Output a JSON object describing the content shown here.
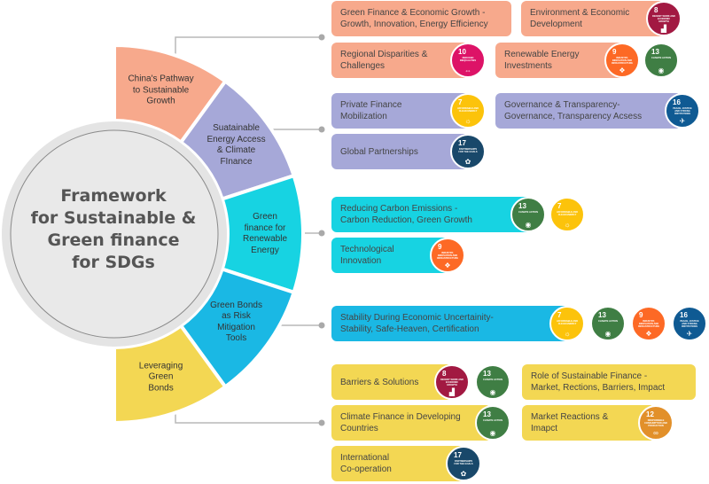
{
  "center": {
    "lines": [
      "Framework",
      "for Sustainable &",
      "Green finance",
      "for SDGs"
    ]
  },
  "colors": {
    "peach": "#f7a98c",
    "lavender": "#a6a8d8",
    "cyan": "#17d3e2",
    "blue": "#1ab8e4",
    "yellow": "#f3d753",
    "ring": "#e4e4e4",
    "connector": "#b9b9b9"
  },
  "segments": [
    {
      "label": "China's Pathway\nto Sustainable\nGrowth",
      "color": "#f7a98c"
    },
    {
      "label": "Suatainable\nEnergy Access\n& Climate\nFInance",
      "color": "#a6a8d8"
    },
    {
      "label": "Green\nfinance for\nRenewable\nEnergy",
      "color": "#17d3e2"
    },
    {
      "label": "Green Bonds\nas Risk\nMitigation\nTools",
      "color": "#1ab8e4"
    },
    {
      "label": "Leveraging\nGreen\nBonds",
      "color": "#f3d753"
    }
  ],
  "sdgs": {
    "7": {
      "label": "Affordable and clean energy",
      "icon": "sun-icon",
      "color": "#fcc30b"
    },
    "8": {
      "label": "Decent work and economic growth",
      "icon": "growth-chart-icon",
      "color": "#a21942"
    },
    "9": {
      "label": "Industry, innovation and infrastructure",
      "icon": "cubes-icon",
      "color": "#fd6925"
    },
    "10": {
      "label": "Reduced inequalities",
      "icon": "equality-arrows-icon",
      "color": "#dd1367"
    },
    "12": {
      "label": "Responsible consumption and production",
      "icon": "infinity-icon",
      "color": "#e2902a"
    },
    "13": {
      "label": "Climate action",
      "icon": "eye-globe-icon",
      "color": "#3f7e44"
    },
    "16": {
      "label": "Peace, justice and strong institutions",
      "icon": "dove-icon",
      "color": "#0f5a93"
    },
    "17": {
      "label": "Partnerships for the goals",
      "icon": "flower-rings-icon",
      "color": "#19486a"
    }
  },
  "boxes": [
    {
      "text": "Green Finance & Economic Growth -\nGrowth, Innovation, Energy Efficiency",
      "group": "peach",
      "sdgs": []
    },
    {
      "text": "Environment & Economic\nDevelopment",
      "group": "peach",
      "sdgs": [
        "8"
      ]
    },
    {
      "text": "Regional Disparities &\nChallenges",
      "group": "peach",
      "sdgs": [
        "10"
      ]
    },
    {
      "text": "Renewable Energy\nInvestments",
      "group": "peach",
      "sdgs": [
        "9",
        "13"
      ]
    },
    {
      "text": "Private Finance\nMobilization",
      "group": "lavender",
      "sdgs": [
        "7"
      ]
    },
    {
      "text": "Governance & Transparency-\nGovernance, Transparency Acsess",
      "group": "lavender",
      "sdgs": [
        "16"
      ]
    },
    {
      "text": "Global Partnerships",
      "group": "lavender",
      "sdgs": [
        "17"
      ]
    },
    {
      "text": "Reducing Carbon Emissions -\nCarbon Reduction, Green Growth",
      "group": "cyan",
      "sdgs": [
        "13",
        "7"
      ]
    },
    {
      "text": "Technological\nInnovation",
      "group": "cyan",
      "sdgs": [
        "9"
      ]
    },
    {
      "text": "Stability During Economic Uncertainity-\nStability, Safe-Heaven, Certification",
      "group": "blue",
      "sdgs": [
        "7",
        "13",
        "9",
        "16"
      ]
    },
    {
      "text": "Barriers & Solutions",
      "group": "yellow",
      "sdgs": [
        "8",
        "13"
      ]
    },
    {
      "text": "Role of Sustainable Finance -\nMarket, Rections, Barriers, Impact",
      "group": "yellow",
      "sdgs": []
    },
    {
      "text": "Climate Finance in Developing\nCountries",
      "group": "yellow",
      "sdgs": [
        "13"
      ]
    },
    {
      "text": "Market Reactions &\nImapct",
      "group": "yellow",
      "sdgs": [
        "12"
      ]
    },
    {
      "text": "International\nCo-operation",
      "group": "yellow",
      "sdgs": [
        "17"
      ]
    }
  ]
}
